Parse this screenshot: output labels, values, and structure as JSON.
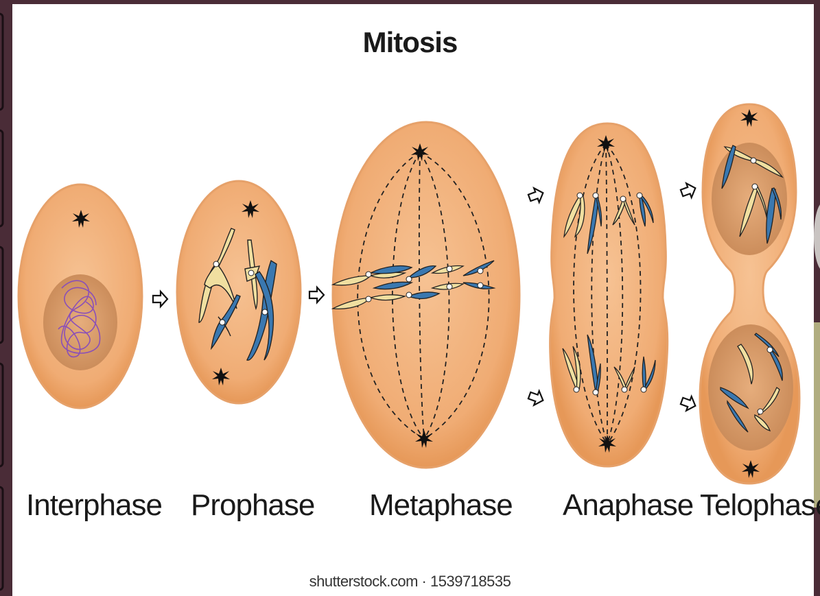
{
  "title": "Mitosis",
  "stages": [
    {
      "name": "Interphase"
    },
    {
      "name": "Prophase"
    },
    {
      "name": "Metaphase"
    },
    {
      "name": "Anaphase"
    },
    {
      "name": "Telophase"
    }
  ],
  "credit": "shutterstock.com · 1539718535",
  "colors": {
    "cell": "#f2b27c",
    "cell_edge": "#e29a62",
    "nucleus": "#d89a68",
    "chromosome_yellow": "#f0dfa0",
    "chromosome_blue": "#3a78b0",
    "chromatin": "#8a4fb8",
    "slide_background": "#4a2c37",
    "slide_accent": "#b0ad80"
  }
}
